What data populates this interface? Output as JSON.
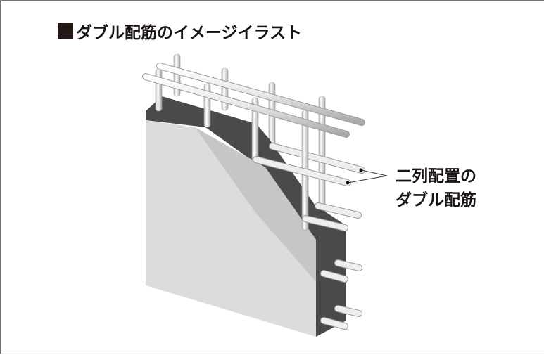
{
  "title": {
    "marker": "■",
    "text": "ダブル配筋のイメージイラスト"
  },
  "callout": {
    "line1": "二列配置の",
    "line2": "ダブル配筋"
  },
  "illustration": {
    "subject": "concrete-wall-with-double-rebar",
    "colors": {
      "front_face": "#dcdcdc",
      "bevel_face": "#c4c4c4",
      "dark_section": "#4a4a4a",
      "rebar": "#eeeeee",
      "rebar_edge": "#9a9a9a",
      "border": "#6b7270",
      "text": "#1a1414"
    }
  }
}
